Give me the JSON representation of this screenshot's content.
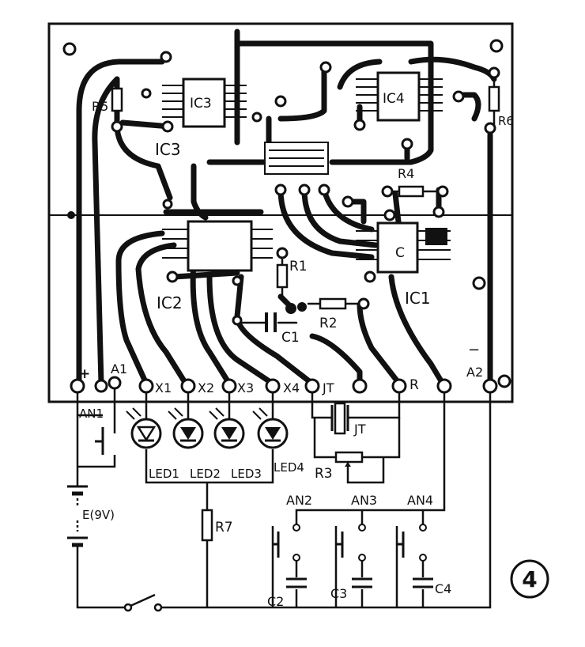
{
  "figure_number": "4",
  "labels": {
    "ic1": "IC1",
    "ic2": "IC2",
    "ic3": "IC3",
    "ic4": "IC4",
    "ic3_body": "IC3",
    "ic4_body": "IC4",
    "r1": "R1",
    "r2": "R2",
    "r3": "R3",
    "r4": "R4",
    "r5": "R5",
    "r6": "R6",
    "r7": "R7",
    "c1": "C1",
    "c2": "C2",
    "c3": "C3",
    "c4": "C4",
    "c_body": "C",
    "plus": "+",
    "a1": "A1",
    "x1": "X1",
    "x2": "X2",
    "x3": "X3",
    "x4": "X4",
    "jt1": "JT",
    "r_term": "R",
    "a2": "A2",
    "minus": "−",
    "an1": "AN1",
    "an2": "AN2",
    "an3": "AN3",
    "an4": "AN4",
    "led1": "LED1",
    "led2": "LED2",
    "led3": "LED3",
    "led4": "LED4",
    "jt2": "JT",
    "battery": "E(9V)"
  },
  "icons": [
    "led-icon",
    "crystal-icon",
    "pushbutton-icon",
    "battery-icon",
    "switch-icon"
  ]
}
